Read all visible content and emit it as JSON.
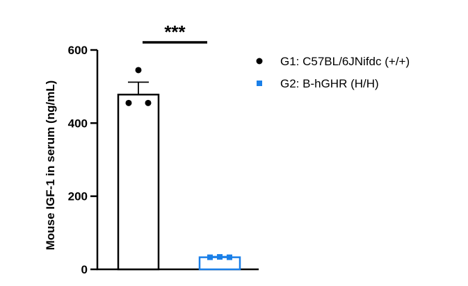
{
  "chart_data": {
    "type": "bar",
    "title": "",
    "xlabel": "",
    "ylabel": "Mouse IGF-1 in serum (ng/mL)",
    "ylim": [
      0,
      600
    ],
    "yticks": [
      0,
      200,
      400,
      600
    ],
    "ytick_labels": [
      "0",
      "200",
      "400",
      "600"
    ],
    "grid": false,
    "legend_position": "top-right",
    "series": [
      {
        "name": "G1: C57BL/6JNifdc (+/+)",
        "mean": 478,
        "sem": 34,
        "points": [
          545,
          455,
          455
        ],
        "bar_color": "#000000",
        "marker": "circle",
        "marker_color": "#000000"
      },
      {
        "name": "G2: B-hGHR (H/H)",
        "mean": 33,
        "sem": 2,
        "points": [
          33,
          34,
          33
        ],
        "bar_color": "#1a7fe8",
        "marker": "square",
        "marker_color": "#1a7fe8"
      }
    ],
    "annotations": [
      {
        "text": "***",
        "between": [
          0,
          1
        ]
      }
    ]
  }
}
